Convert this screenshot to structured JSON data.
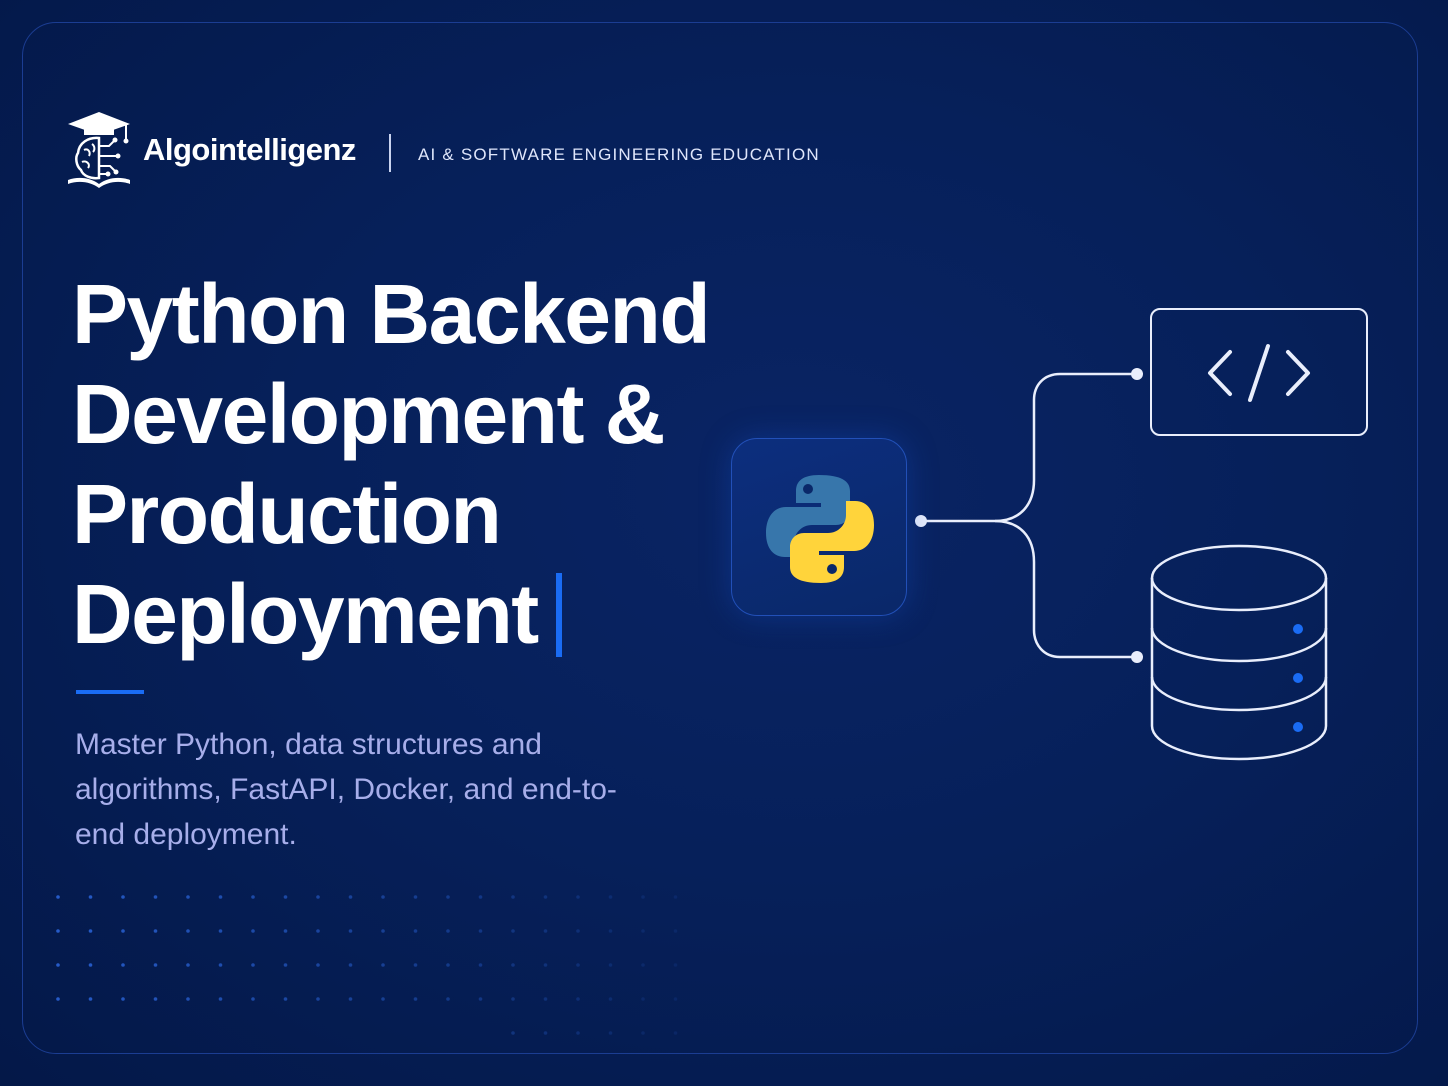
{
  "brand": {
    "name": "Algointelligenz",
    "tagline": "AI & SOFTWARE ENGINEERING EDUCATION",
    "logo_icon": "graduation-cap-brain-book-icon"
  },
  "hero": {
    "title_lines": [
      "Python Backend",
      "Development &",
      "Production",
      "Deployment"
    ],
    "subtitle": "Master Python, data structures and algorithms, FastAPI, Docker, and end-to-end deployment."
  },
  "diagram": {
    "source_icon": "python-logo-icon",
    "targets": [
      "code-tags-icon",
      "database-icon"
    ]
  },
  "colors": {
    "background": "#06205a",
    "accent": "#1a6cf4",
    "title": "#ffffff",
    "subtitle": "#a7aeea",
    "python_blue": "#3776ab",
    "python_yellow": "#ffd43b"
  }
}
